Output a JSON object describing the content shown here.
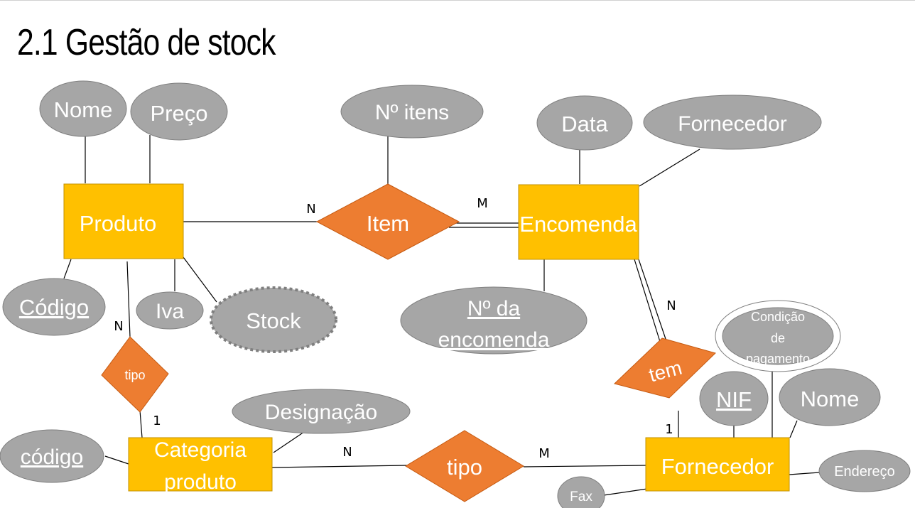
{
  "title": "2.1 Gestão de stock",
  "colors": {
    "entity": "#ffc000",
    "relationship": "#ed7d31",
    "attribute": "#a6a6a6",
    "attribute_text": "#ffffff",
    "line": "#000000"
  },
  "entities": {
    "produto": "Produto",
    "encomenda": "Encomenda",
    "categoria_produto": [
      "Categoria",
      "produto"
    ],
    "fornecedor": "Fornecedor"
  },
  "relationships": {
    "item": "Item",
    "tipo_produto": "tipo",
    "tipo_categoria": "tipo",
    "tem": "tem"
  },
  "attributes": {
    "produto_nome": "Nome",
    "produto_preco": "Preço",
    "produto_codigo": "Código",
    "produto_iva": "Iva",
    "produto_stock": "Stock",
    "item_n_itens": "Nº itens",
    "encomenda_data": "Data",
    "encomenda_fornecedor": "Fornecedor",
    "encomenda_numero": [
      "Nº da",
      "encomenda"
    ],
    "categoria_codigo": "código",
    "categoria_designacao": "Designação",
    "fornecedor_condicao": [
      "Condição",
      "de",
      "pagamento"
    ],
    "fornecedor_nif": "NIF",
    "fornecedor_nome": "Nome",
    "fornecedor_endereco": "Endereço",
    "fornecedor_fax": "Fax"
  },
  "cardinalities": {
    "produto_item": "N",
    "item_encomenda": "M",
    "produto_tipo": "N",
    "tipo_categoria": "1",
    "encomenda_tem": "N",
    "tem_fornecedor": "1",
    "categoria_tipo": "N",
    "tipo_fornecedor": "M"
  }
}
